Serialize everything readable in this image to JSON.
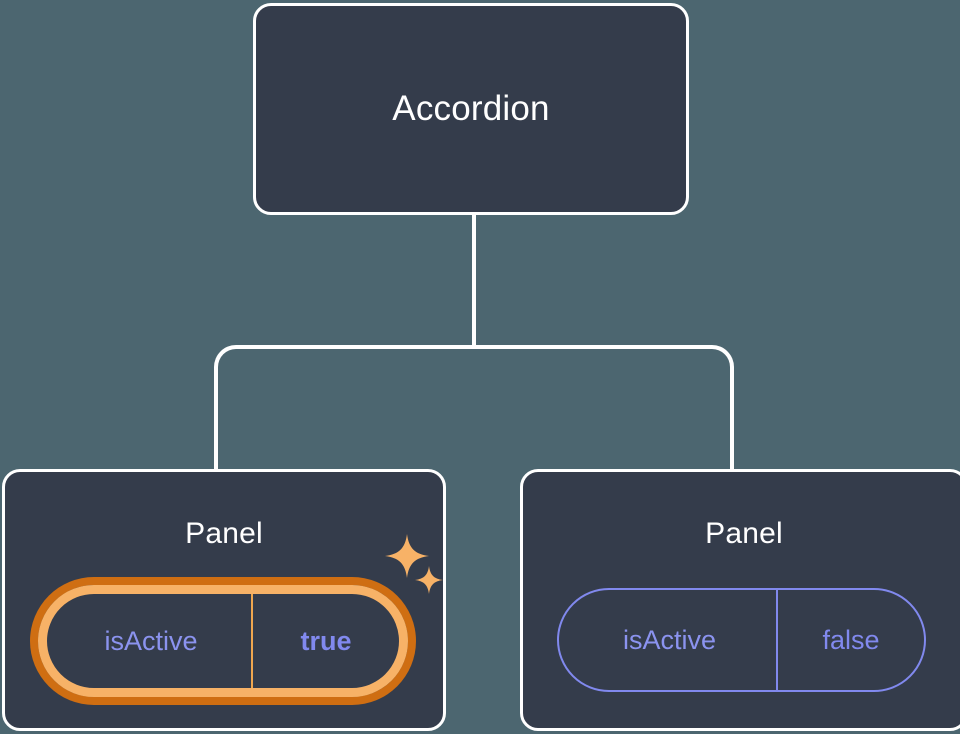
{
  "theme": {
    "background": "#4c6670",
    "card_fill": "#343c4b",
    "card_border": "#ffffff",
    "connector": "#ffffff",
    "prop_text": "#8189ee",
    "highlight_ring_inner": "#f7b267",
    "highlight_ring_outer": "#cf6e12",
    "sparkle": "#f7b267"
  },
  "tree": {
    "root": {
      "title": "Accordion"
    },
    "children": [
      {
        "title": "Panel",
        "prop": {
          "key": "isActive",
          "value": "true"
        },
        "highlighted": true,
        "sparkle_icon": "sparkles-icon"
      },
      {
        "title": "Panel",
        "prop": {
          "key": "isActive",
          "value": "false"
        },
        "highlighted": false
      }
    ]
  }
}
